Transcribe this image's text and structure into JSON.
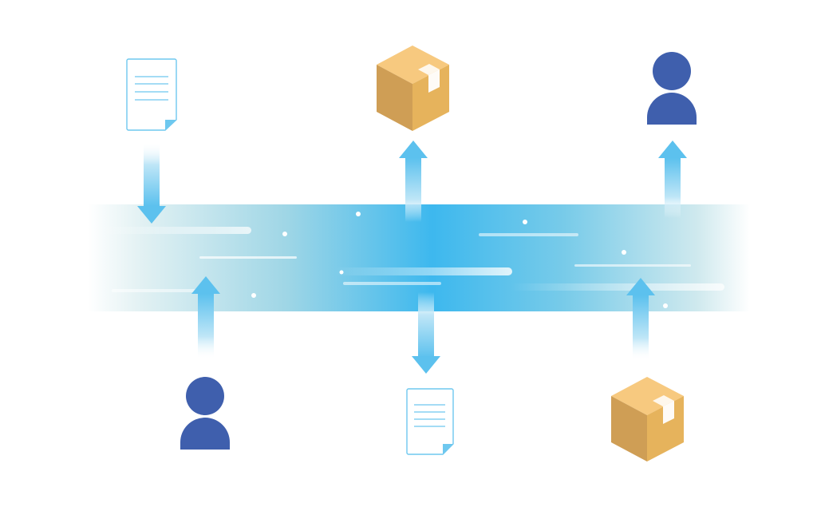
{
  "colors": {
    "stream_core": "#3db8ee",
    "stream_edge": "#ffffff",
    "arrow": "#6ec8ef",
    "person": "#3f5fad",
    "document_stroke": "#6ec8ef",
    "box_top": "#f7c97f",
    "box_left": "#cf9e55",
    "box_right": "#e6b35c",
    "box_tape": "#ffffff",
    "background": "#ffffff"
  },
  "icons": [
    {
      "name": "document-icon",
      "position": "top-left",
      "arrow": "into-stream"
    },
    {
      "name": "box-icon",
      "position": "top-center",
      "arrow": "out-of-stream"
    },
    {
      "name": "person-icon",
      "position": "top-right",
      "arrow": "out-of-stream"
    },
    {
      "name": "person-icon",
      "position": "bottom-left",
      "arrow": "into-stream"
    },
    {
      "name": "document-icon",
      "position": "bottom-center",
      "arrow": "out-of-stream"
    },
    {
      "name": "box-icon",
      "position": "bottom-right",
      "arrow": "into-stream"
    }
  ]
}
